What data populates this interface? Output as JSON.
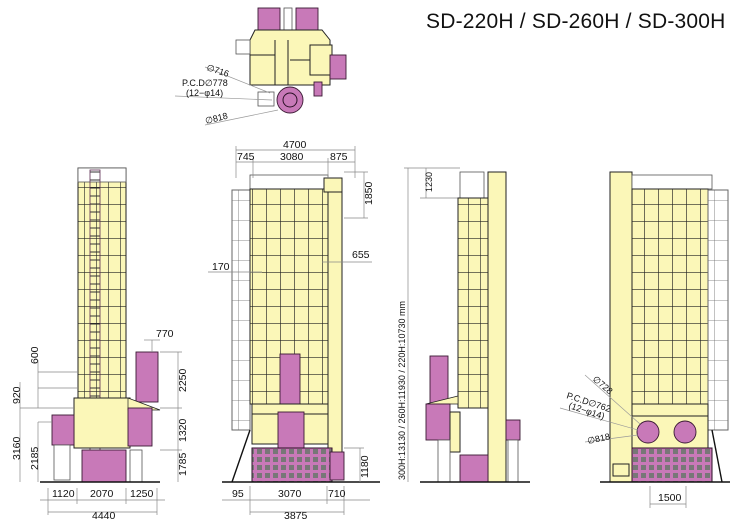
{
  "title": "SD-220H / SD-260H / SD-300H",
  "colors": {
    "body_yellow": "#fbf7b8",
    "machinery_pink": "#c879b8",
    "outline": "#222222",
    "dimension_line": "#888888"
  },
  "plan_view": {
    "labels": {
      "d716": "∅716",
      "pcd778": "P.C.D∅778",
      "holes12": "(12−φ14)",
      "d818": "∅818"
    }
  },
  "left_view": {
    "dims": {
      "d770": "770",
      "d600": "600",
      "d920": "920",
      "d2250": "2250",
      "d1320": "1320",
      "d3160": "3160",
      "d2185": "2185",
      "d1785": "1785",
      "d1120": "1120",
      "d2070": "2070",
      "d1250": "1250",
      "d4440": "4440"
    }
  },
  "front_view": {
    "dims": {
      "d4700": "4700",
      "d745": "745",
      "d3080": "3080",
      "d875": "875",
      "d1850": "1850",
      "d655": "655",
      "d170": "170",
      "d1180": "1180",
      "d95": "95",
      "d3070": "3070",
      "d710": "710",
      "d3875": "3875"
    }
  },
  "side_view": {
    "dims": {
      "d1230": "1230",
      "height_label": "300H:13130  /  260H:11930  /  220H:10730  mm"
    }
  },
  "rear_view": {
    "labels": {
      "d728": "∅728",
      "pcd762": "P.C.D∅762",
      "holes12": "(12−φ14)",
      "d818": "∅818",
      "d1500": "1500"
    }
  }
}
